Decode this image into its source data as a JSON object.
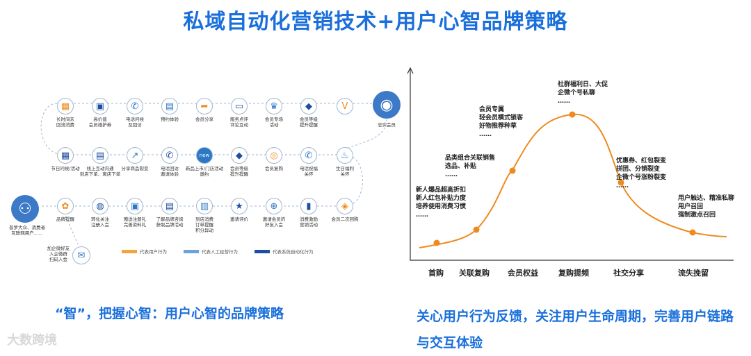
{
  "title": "私域自动化营销技术+用户心智品牌策略",
  "flow": {
    "row1": [
      {
        "label": "长时间未\n回流消费",
        "icon": "calendar-icon",
        "glyph": "▦",
        "color": "orange"
      },
      {
        "label": "高价值\n会员维护券",
        "icon": "coupon-icon",
        "glyph": "▣",
        "color": "navy"
      },
      {
        "label": "电话问候\n及回访",
        "icon": "phone-icon",
        "glyph": "✆",
        "color": "blue"
      },
      {
        "label": "预约体验",
        "icon": "calendar-check-icon",
        "glyph": "▤",
        "color": "blue"
      },
      {
        "label": "会员分享",
        "icon": "share-icon",
        "glyph": "➦",
        "color": "orange"
      },
      {
        "label": "服务点评\n评论互动",
        "icon": "chat-icon",
        "glyph": "▭",
        "color": "navy"
      },
      {
        "label": "会员专场\n活动",
        "icon": "crown-icon",
        "glyph": "♛",
        "color": "blue"
      },
      {
        "label": "会员等级\n提升提醒",
        "icon": "diamond-icon",
        "glyph": "◆",
        "color": "navy"
      },
      {
        "label": "",
        "icon": "vip-v-icon",
        "glyph": "V",
        "color": "orange"
      }
    ],
    "loyal": {
      "label": "忠实会员",
      "icon": "loyal-member-icon",
      "glyph": "◉"
    },
    "row2": [
      {
        "label": "节日问候/活动",
        "icon": "calendar-icon",
        "glyph": "▦",
        "color": "navy"
      },
      {
        "label": "线上互动沟通\n到店下单、离店下单",
        "icon": "clipboard-icon",
        "glyph": "▤",
        "color": "navy"
      },
      {
        "label": "分享商品裂变",
        "icon": "share-box-icon",
        "glyph": "↗",
        "color": "blue"
      },
      {
        "label": "电话回访\n邀请体验",
        "icon": "phone-icon",
        "glyph": "✆",
        "color": "navy"
      },
      {
        "label": "新品上市/门店活动\n邀约",
        "icon": "new-badge-icon",
        "glyph": "new",
        "color": "blue"
      },
      {
        "label": "会员等级\n提升提醒",
        "icon": "diamond-icon",
        "glyph": "◆",
        "color": "navy"
      },
      {
        "label": "会员复购",
        "icon": "coin-icon",
        "glyph": "◎",
        "color": "orange"
      },
      {
        "label": "电话祝福\n关怀",
        "icon": "phone-icon",
        "glyph": "✆",
        "color": "blue"
      },
      {
        "label": "生日福利\n关怀",
        "icon": "gift-cake-icon",
        "glyph": "♨",
        "color": "blue"
      }
    ],
    "row3": [
      {
        "label": "品牌提醒",
        "icon": "brand-icon",
        "glyph": "✿",
        "color": "orange"
      },
      {
        "label": "转化关注\n注册入会",
        "icon": "wechat-icon",
        "glyph": "◍",
        "color": "navy"
      },
      {
        "label": "赠送注册礼\n完善资料礼",
        "icon": "gift-icon",
        "glyph": "▣",
        "color": "blue"
      },
      {
        "label": "了解品牌咨询\n获取品牌活动",
        "icon": "document-icon",
        "glyph": "▤",
        "color": "navy"
      },
      {
        "label": "到店消费\n订单提醒\n积分异动",
        "icon": "receipt-icon",
        "glyph": "▥",
        "color": "blue"
      },
      {
        "label": "邀请评价",
        "icon": "star-icon",
        "glyph": "★",
        "color": "navy"
      },
      {
        "label": "邀请会员的\n好友入会",
        "icon": "add-user-icon",
        "glyph": "⊕",
        "color": "blue"
      },
      {
        "label": "消费激励\n营销活动",
        "icon": "book-icon",
        "glyph": "▮",
        "color": "navy"
      },
      {
        "label": "会员二次回购",
        "icon": "shield-coin-icon",
        "glyph": "◈",
        "color": "orange"
      }
    ],
    "start": {
      "label": "普罗大众、消费者\n互联网用户……",
      "icon": "users-icon",
      "glyph": "⚇"
    },
    "wecom": {
      "label": "加企微好友\n入企微群\n扫码入会",
      "icon": "wecom-icon",
      "glyph": "✉"
    },
    "legend": [
      {
        "label": "代表用户行为",
        "color": "#f3a43a"
      },
      {
        "label": "代表人工经营行为",
        "color": "#6fa3d8"
      },
      {
        "label": "代表系统自动化行为",
        "color": "#1c4fa3"
      }
    ]
  },
  "caption_left": "“智”，把握心智：用户心智的品牌策略",
  "caption_right": "关心用户行为反馈，关注用户生命周期，完善用户链路与交互体验",
  "watermark": "大数跨境",
  "chart_data": {
    "type": "line",
    "stages": [
      "首购",
      "关联复购",
      "会员权益",
      "复购提频",
      "社交分享",
      "流失挽留"
    ],
    "annotations": [
      {
        "stage": "首购",
        "text": [
          "新人爆品超高折扣",
          "新人红包补贴力度",
          "培养使用消费习惯",
          "……"
        ]
      },
      {
        "stage": "关联复购",
        "text": [
          "品类组合关联销售",
          "选品、补贴",
          "……"
        ]
      },
      {
        "stage": "会员权益",
        "text": [
          "会员专属",
          "轻会员模式锁客",
          "好物推荐种草",
          "……"
        ]
      },
      {
        "stage": "复购提频",
        "text": [
          "社群福利日、大促",
          "企微个号私聊",
          "……"
        ]
      },
      {
        "stage": "社交分享",
        "text": [
          "优惠券、红包裂变",
          "拼团、分销裂变",
          "企微个号涨粉裂变",
          "……"
        ]
      },
      {
        "stage": "流失挽留",
        "text": [
          "用户触达、精准私聊",
          "用户召回",
          "强制激点召回"
        ]
      }
    ],
    "line_color": "#ef8a1f"
  }
}
